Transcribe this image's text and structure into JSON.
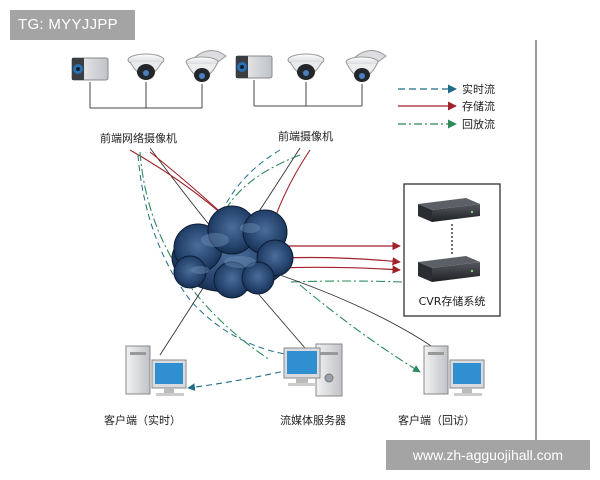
{
  "overlay": {
    "tag_text": "TG: MYYJJPP",
    "watermark_text": "www.zh-agguojihall.com"
  },
  "legend": {
    "realtime": "实时流",
    "storage": "存储流",
    "playback": "回放流"
  },
  "labels": {
    "front_cam_group_1": "前端网络摄像机",
    "front_cam_group_2": "前端摄像机",
    "cvr_system": "CVR存储系统",
    "client_realtime": "客户端（实时）",
    "media_server": "流媒体服务器",
    "client_playback": "客户端（回访）"
  },
  "colors": {
    "realtime": "#1f6b8a",
    "storage": "#a0222a",
    "playback": "#2e8a5a",
    "cloud": "#1e3558",
    "line": "#333333"
  }
}
